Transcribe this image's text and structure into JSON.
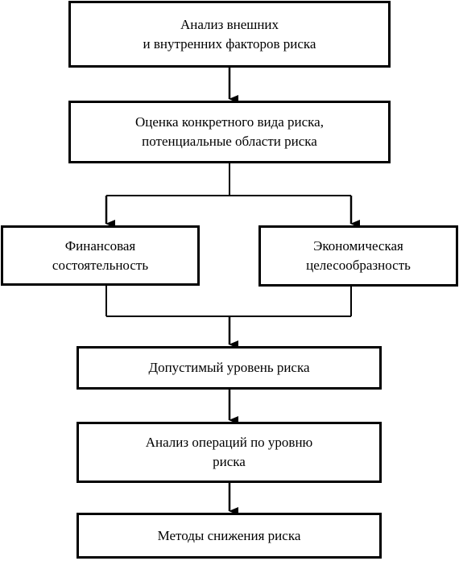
{
  "diagram": {
    "nodes": {
      "analysis_factors": "Анализ внешних\nи внутренних факторов риска",
      "risk_assessment": "Оценка конкретного вида риска,\nпотенциальные области риска",
      "financial_stability": "Финансовая\nсостоятельность",
      "economic_feasibility": "Экономическая\nцелесообразность",
      "acceptable_level": "Допустимый уровень риска",
      "operations_analysis": "Анализ операций по уровню\nриска",
      "reduction_methods": "Методы снижения риска"
    }
  }
}
